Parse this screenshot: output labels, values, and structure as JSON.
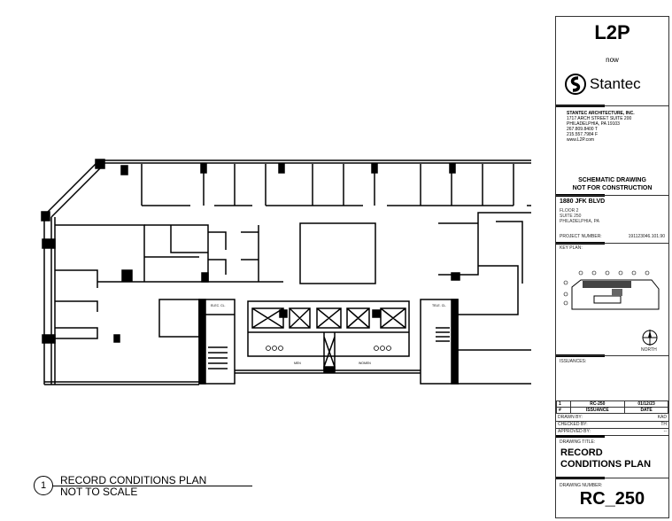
{
  "plan": {
    "room_labels": {
      "elec": "ELEC. CL.",
      "tele": "TELE. CL.",
      "men": "MEN",
      "women": "WOMEN"
    },
    "caption": {
      "number": "1",
      "title": "RECORD CONDITIONS PLAN",
      "scale": "NOT TO SCALE"
    }
  },
  "title_block": {
    "logo_top": "L2P",
    "logo_now": "now",
    "logo_brand": "Stantec",
    "firm": {
      "name": "STANTEC ARCHITECTURE, INC.",
      "address1": "1717 ARCH STREET SUITE 200",
      "address2": "PHILADELPHIA, PA 19103",
      "phone": "267.809.8400 T",
      "fax": "215.557.7984 F",
      "web": "www.L2P.com"
    },
    "status_line1": "SCHEMATIC DRAWING",
    "status_line2": "NOT FOR CONSTRUCTION",
    "project": {
      "name": "1880 JFK BLVD",
      "floor": "FLOOR 2",
      "suite": "SUITE 250",
      "city": "PHILADELPHIA, PA",
      "number_label": "PROJECT NUMBER:",
      "number": "191123046.101.90"
    },
    "key_plan_label": "KEY PLAN:",
    "north_label": "NORTH",
    "issuances_label": "ISSUANCES:",
    "issuances": {
      "rows": [
        {
          "num": "1",
          "issuance": "RC-250",
          "date": "01/12/23"
        }
      ],
      "header": {
        "num": "#",
        "issuance": "ISSUANCE",
        "date": "DATE"
      }
    },
    "drawn_by_label": "DRAWN BY:",
    "drawn_by": "KAD",
    "checked_by_label": "CHECKED BY:",
    "checked_by": "TH",
    "approved_by_label": "APPROVED BY:",
    "approved_by": "--",
    "drawing_title_label": "DRAWING TITLE:",
    "drawing_title1": "RECORD",
    "drawing_title2": "CONDITIONS PLAN",
    "drawing_number_label": "DRAWING NUMBER:",
    "drawing_number": "RC_250"
  }
}
